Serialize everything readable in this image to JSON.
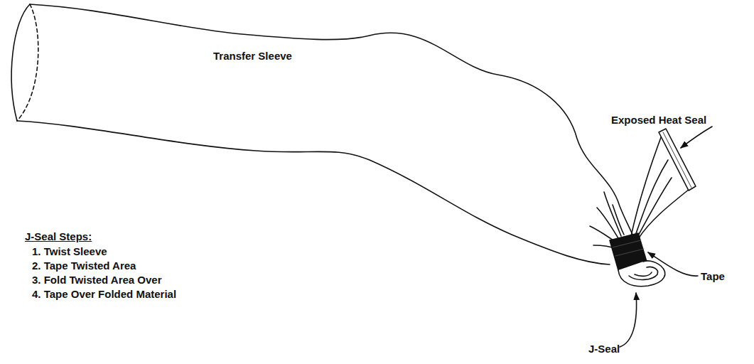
{
  "diagram": {
    "labels": [
      "Transfer Sleeve",
      "Exposed Heat Seal",
      "J-Seal Steps:",
      "1. Twist Sleeve",
      "2. Tape Twisted Area",
      "3. Fold Twisted Area Over",
      "4. Tape Over Folded Material",
      "Tape",
      "J-Seal"
    ]
  }
}
